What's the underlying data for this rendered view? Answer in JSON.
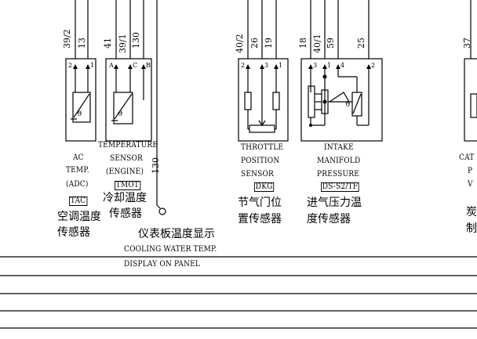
{
  "sensors": {
    "ac": {
      "wires": [
        "39/2",
        "13"
      ],
      "pins": [
        "2",
        "1"
      ],
      "label_lines": [
        "AC",
        "TEMP.",
        "(ADC)"
      ],
      "code": "TAC",
      "cn_lines": [
        "空调温度",
        "传感器"
      ]
    },
    "coolant": {
      "wires": [
        "41",
        "39/1",
        "130"
      ],
      "pins": [
        "A",
        "C",
        "B"
      ],
      "label_lines": [
        "TEMPERATURE",
        "SENSOR",
        "(ENGINE)"
      ],
      "code": "TMOT",
      "cn_lines": [
        "冷却温度",
        "传感器"
      ],
      "extra_wire": "130"
    },
    "throttle": {
      "wires": [
        "40/2",
        "26",
        "19"
      ],
      "pins": [
        "2",
        "3",
        "1"
      ],
      "label_lines": [
        "THROTTLE",
        "POSITION",
        "SENSOR"
      ],
      "code": "DKG",
      "cn_lines": [
        "节气门位",
        "置传感器"
      ]
    },
    "map": {
      "wires": [
        "18",
        "40/1",
        "59",
        "25"
      ],
      "pins": [
        "3",
        "1",
        "4",
        "2"
      ],
      "label_lines": [
        "INTAKE",
        "MANIFOLD",
        "PRESSURE"
      ],
      "code": "DS-S2/TF",
      "cn_lines": [
        "进气压力温",
        "度传感器"
      ]
    },
    "catalyst_partial": {
      "wires": [
        "37"
      ],
      "label_lines": [
        "CAT",
        "P",
        "V"
      ],
      "cn_lines": [
        "炭",
        "制"
      ]
    }
  },
  "panel": {
    "cn": "仪表板温度显示",
    "en_lines": [
      "COOLING WATER TEMP.",
      "DISPLAY ON PANEL"
    ]
  }
}
